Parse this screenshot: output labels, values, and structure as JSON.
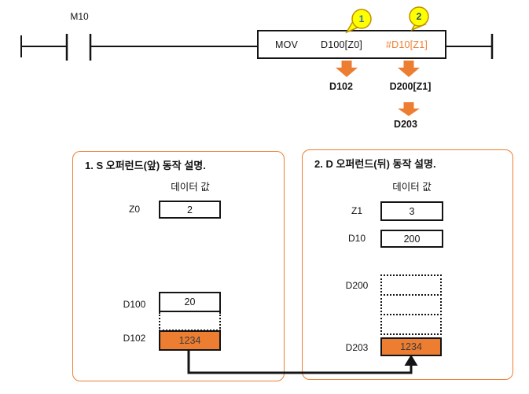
{
  "colors": {
    "accent": "#ED7D31",
    "line_black": "#141414",
    "balloon_fill": "#FFFF00",
    "balloon_border": "#BF9000",
    "callout1_color": "#2E74B5",
    "callout2_color": "#1F4E79"
  },
  "ladder": {
    "contact_label": "M10",
    "instruction": {
      "opcode": "MOV",
      "operand_s": "D100[Z0]",
      "operand_d": "#D10[Z1]"
    },
    "callout1": "1",
    "callout2": "2",
    "resolved_s": "D102",
    "indexed_d": "D200[Z1]",
    "resolved_d": "D203"
  },
  "panel1": {
    "title": "1. S 오퍼런드(앞) 동작 설명.",
    "header": "데이터 값",
    "z_label": "Z0",
    "z_value": "2",
    "base_label": "D100",
    "base_value": "20",
    "result_label": "D102",
    "result_value": "1234"
  },
  "panel2": {
    "title": "2. D 오퍼런드(뒤) 동작 설명.",
    "header": "데이터 값",
    "z_label": "Z1",
    "z_value": "3",
    "base_label": "D10",
    "base_value": "200",
    "dest_label": "D200",
    "result_label": "D203",
    "result_value": "1234"
  }
}
